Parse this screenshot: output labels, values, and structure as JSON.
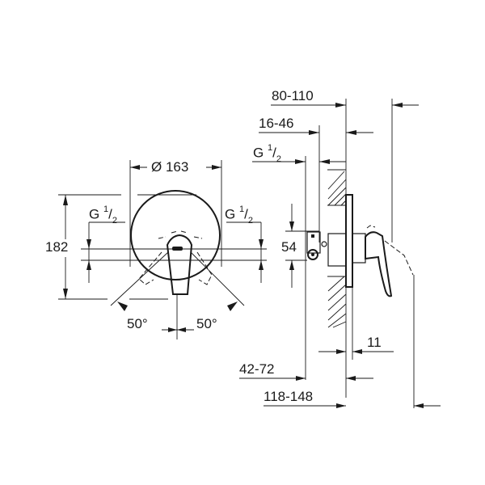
{
  "diagram": {
    "type": "technical-dimension-drawing",
    "subject": "concealed single-lever shower mixer",
    "front_view": {
      "diameter_label": "Ø 163",
      "height_label": "182",
      "thread_left": {
        "main": "G",
        "num": "1",
        "den": "2"
      },
      "thread_right": {
        "main": "G",
        "num": "1",
        "den": "2"
      },
      "angle_left": "50°",
      "angle_right": "50°"
    },
    "side_view": {
      "dim_top_1": "80-110",
      "dim_top_2": "16-46",
      "thread": {
        "main": "G",
        "num": "1",
        "den": "2"
      },
      "height_54": "54",
      "dim_11": "11",
      "dim_bottom_1": "42-72",
      "dim_bottom_2": "118-148"
    },
    "colors": {
      "line": "#1a1a1a",
      "background": "#ffffff"
    }
  }
}
